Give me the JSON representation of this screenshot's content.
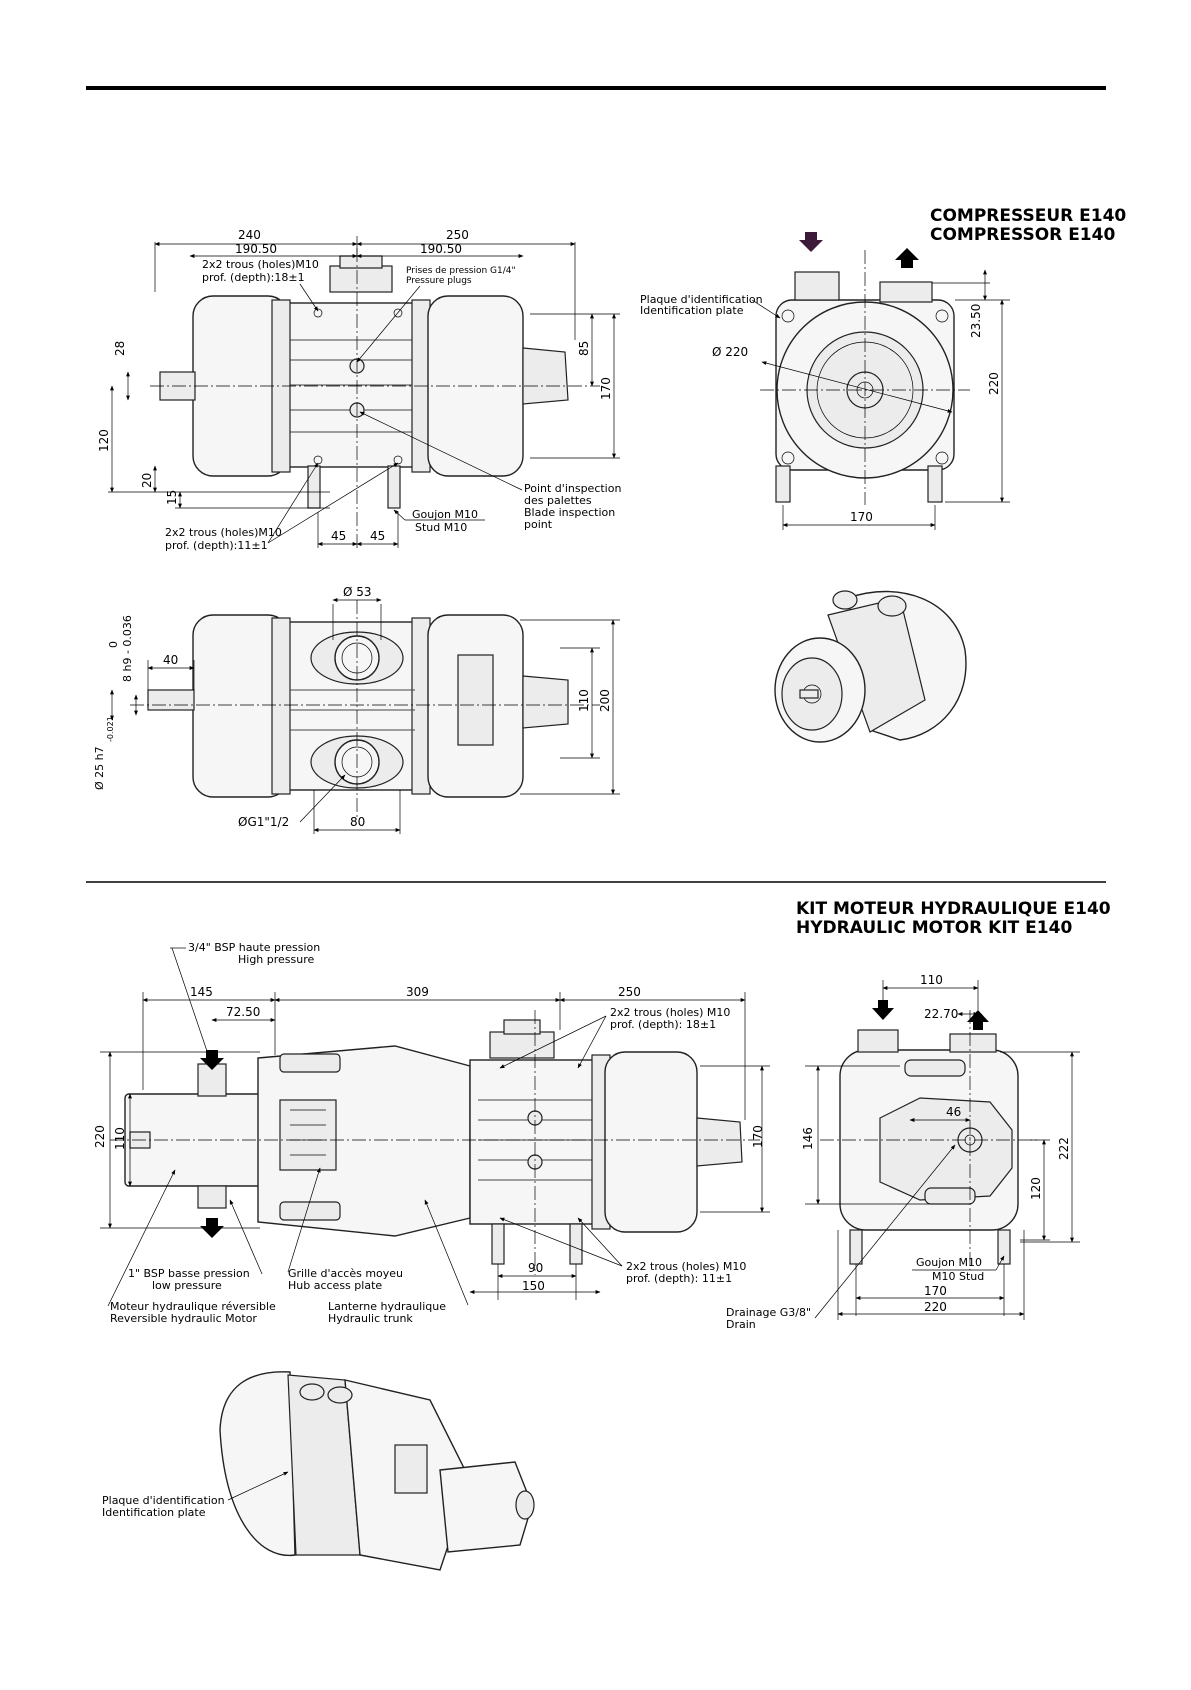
{
  "compressor": {
    "title_fr": "COMPRESSEUR E140",
    "title_en": "COMPRESSOR E140",
    "side_view": {
      "dim_240": "240",
      "dim_250": "250",
      "dim_190_50_left": "190.50",
      "dim_190_50_right": "190.50",
      "holes_top_fr": "2x2 trous (holes)M10",
      "holes_top_en": "prof. (depth):18±1",
      "pressure_fr": "Prises de pression G1/4\"",
      "pressure_en": "Pressure plugs",
      "dim_28": "28",
      "dim_120": "120",
      "dim_20": "20",
      "dim_15": "15",
      "dim_85": "85",
      "dim_170": "170",
      "inspect_fr_1": "Point d'inspection",
      "inspect_fr_2": "des palettes",
      "inspect_en_1": "Blade inspection",
      "inspect_en_2": "point",
      "stud_fr": "Goujon M10",
      "stud_en": "Stud M10",
      "holes_bottom_fr": "2x2 trous (holes)M10",
      "holes_bottom_en": "prof. (depth):11±1",
      "dim_45_a": "45",
      "dim_45_b": "45"
    },
    "end_view": {
      "plate_fr": "Plaque d'identification",
      "plate_en": "Identification plate",
      "dia_220": "Ø 220",
      "dim_23_50": "23.50",
      "dim_220": "220",
      "dim_170": "170"
    },
    "top_view": {
      "dia_53": "Ø 53",
      "dim_40": "40",
      "shaft_tol_0": "0",
      "shaft_tol_key": "8 h9 - 0.036",
      "shaft_dia": "Ø 25 h7",
      "shaft_dia_tol": "-0.021",
      "dim_110": "110",
      "dim_200": "200",
      "port": "ØG1\"1/2",
      "dim_80": "80"
    }
  },
  "motor_kit": {
    "title_fr": "KIT MOTEUR HYDRAULIQUE E140",
    "title_en": "HYDRAULIC MOTOR KIT E140",
    "side_view": {
      "hp_fr": "3/4\" BSP haute pression",
      "hp_en": "High pressure",
      "dim_145": "145",
      "dim_309": "309",
      "dim_250": "250",
      "dim_72_50": "72.50",
      "holes_top_fr": "2x2 trous (holes) M10",
      "holes_top_en": "prof. (depth): 18±1",
      "dim_220": "220",
      "dim_110": "110",
      "dim_170": "170",
      "dim_90": "90",
      "dim_150": "150",
      "holes_bottom_fr": "2x2 trous (holes) M10",
      "holes_bottom_en": "prof. (depth): 11±1",
      "lp_fr": "1\" BSP basse pression",
      "lp_en": "low pressure",
      "grille_fr": "Grille d'accès moyeu",
      "grille_en": "Hub access plate",
      "motor_fr": "Moteur hydraulique réversible",
      "motor_en": "Reversible hydraulic Motor",
      "trunk_fr": "Lanterne hydraulique",
      "trunk_en": "Hydraulic trunk"
    },
    "end_view": {
      "dim_110": "110",
      "dim_22_70": "22.70",
      "dim_46": "46",
      "dim_146": "146",
      "dim_120": "120",
      "dim_222": "222",
      "stud_fr": "Goujon M10",
      "stud_en": "M10 Stud",
      "dim_170": "170",
      "dim_220": "220",
      "drain_fr": "Drainage G3/8\"",
      "drain_en": "Drain"
    },
    "iso_view": {
      "plate_fr": "Plaque d'identification",
      "plate_en": "Identification plate"
    }
  }
}
